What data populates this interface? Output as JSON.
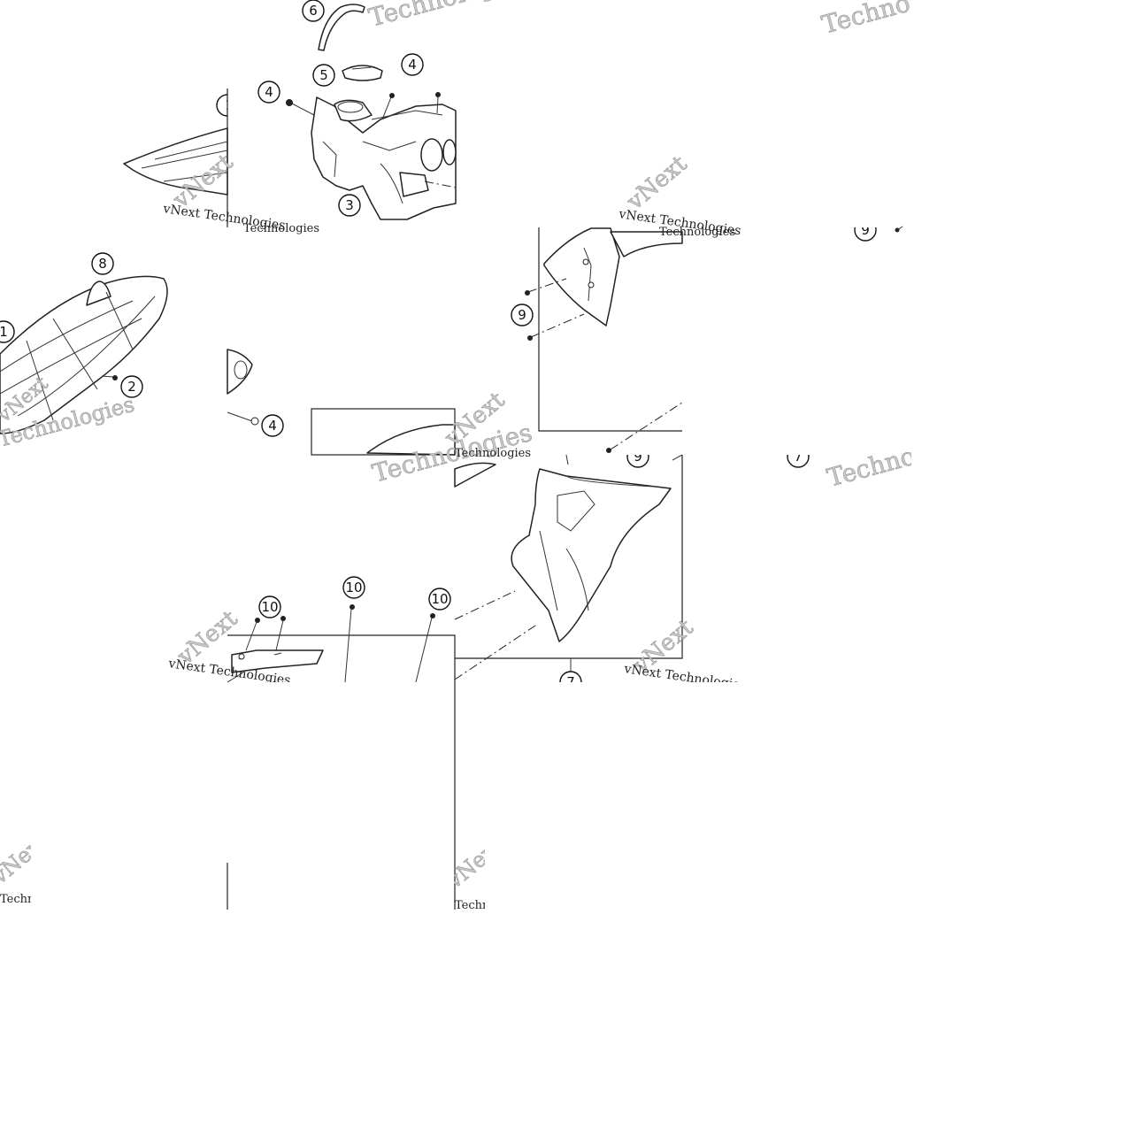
{
  "watermark": {
    "brand_a": "vNext",
    "brand_b": "Technologies",
    "line": "vNext Technologies"
  },
  "callouts": {
    "c1": "1",
    "c2": "2",
    "c3": "3",
    "c4": "4",
    "c5": "5",
    "c6": "6",
    "c7": "7",
    "c8": "8",
    "c9": "9",
    "c10": "10"
  }
}
